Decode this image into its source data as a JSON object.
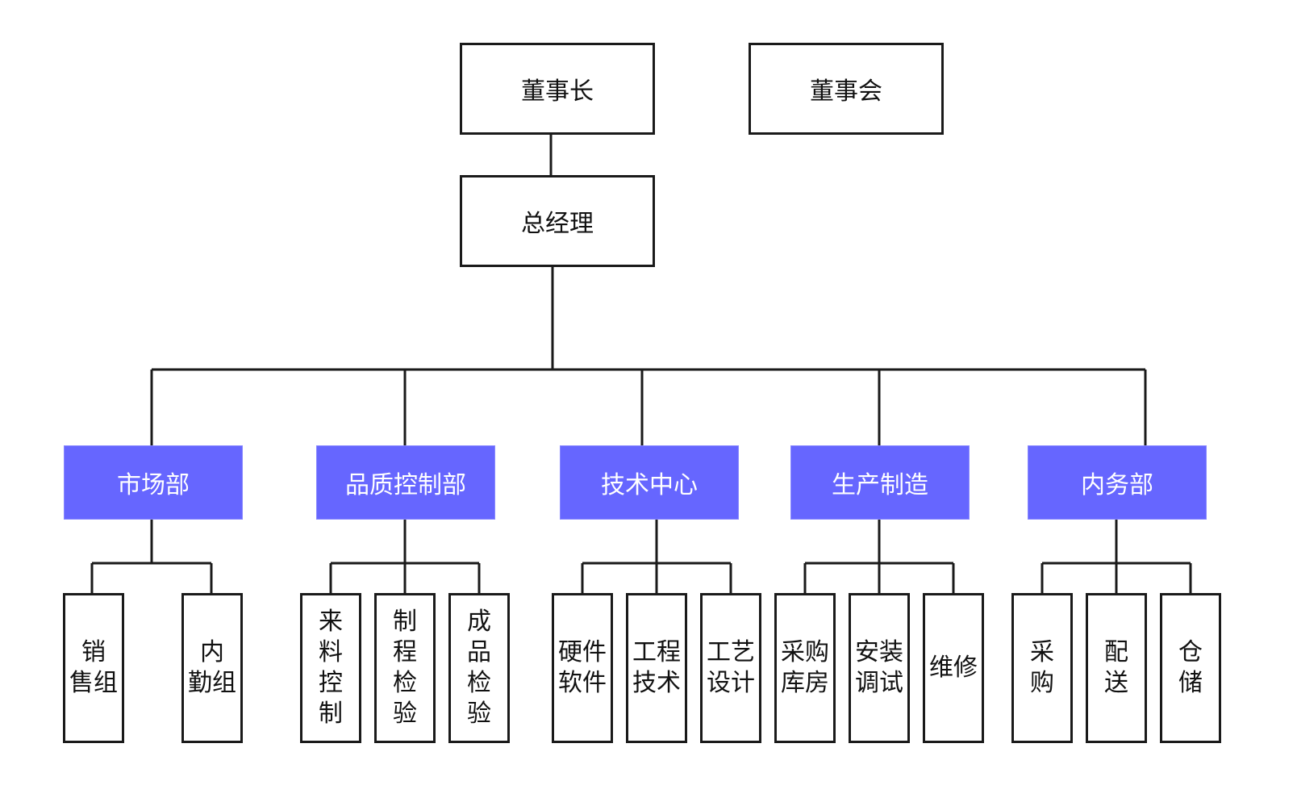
{
  "colors": {
    "line": "#1a1a1a",
    "department_fill": "#6666ff",
    "department_text": "#ffffff"
  },
  "top": {
    "chairman": "董事长",
    "board": "董事会",
    "general_manager": "总经理"
  },
  "departments": [
    {
      "name": "市场部",
      "teams": [
        "销\n售组",
        "内\n勤组"
      ]
    },
    {
      "name": "品质控制部",
      "teams": [
        "来\n料\n控\n制",
        "制\n程\n检\n验",
        "成\n品\n检\n验"
      ]
    },
    {
      "name": "技术中心",
      "teams": [
        "硬件\n软件",
        "工程\n技术",
        "工艺\n设计"
      ]
    },
    {
      "name": "生产制造",
      "teams": [
        "采购\n库房",
        "安装\n调试",
        "维修"
      ]
    },
    {
      "name": "内务部",
      "teams": [
        "采\n购",
        "配\n送",
        "仓\n储"
      ]
    }
  ]
}
